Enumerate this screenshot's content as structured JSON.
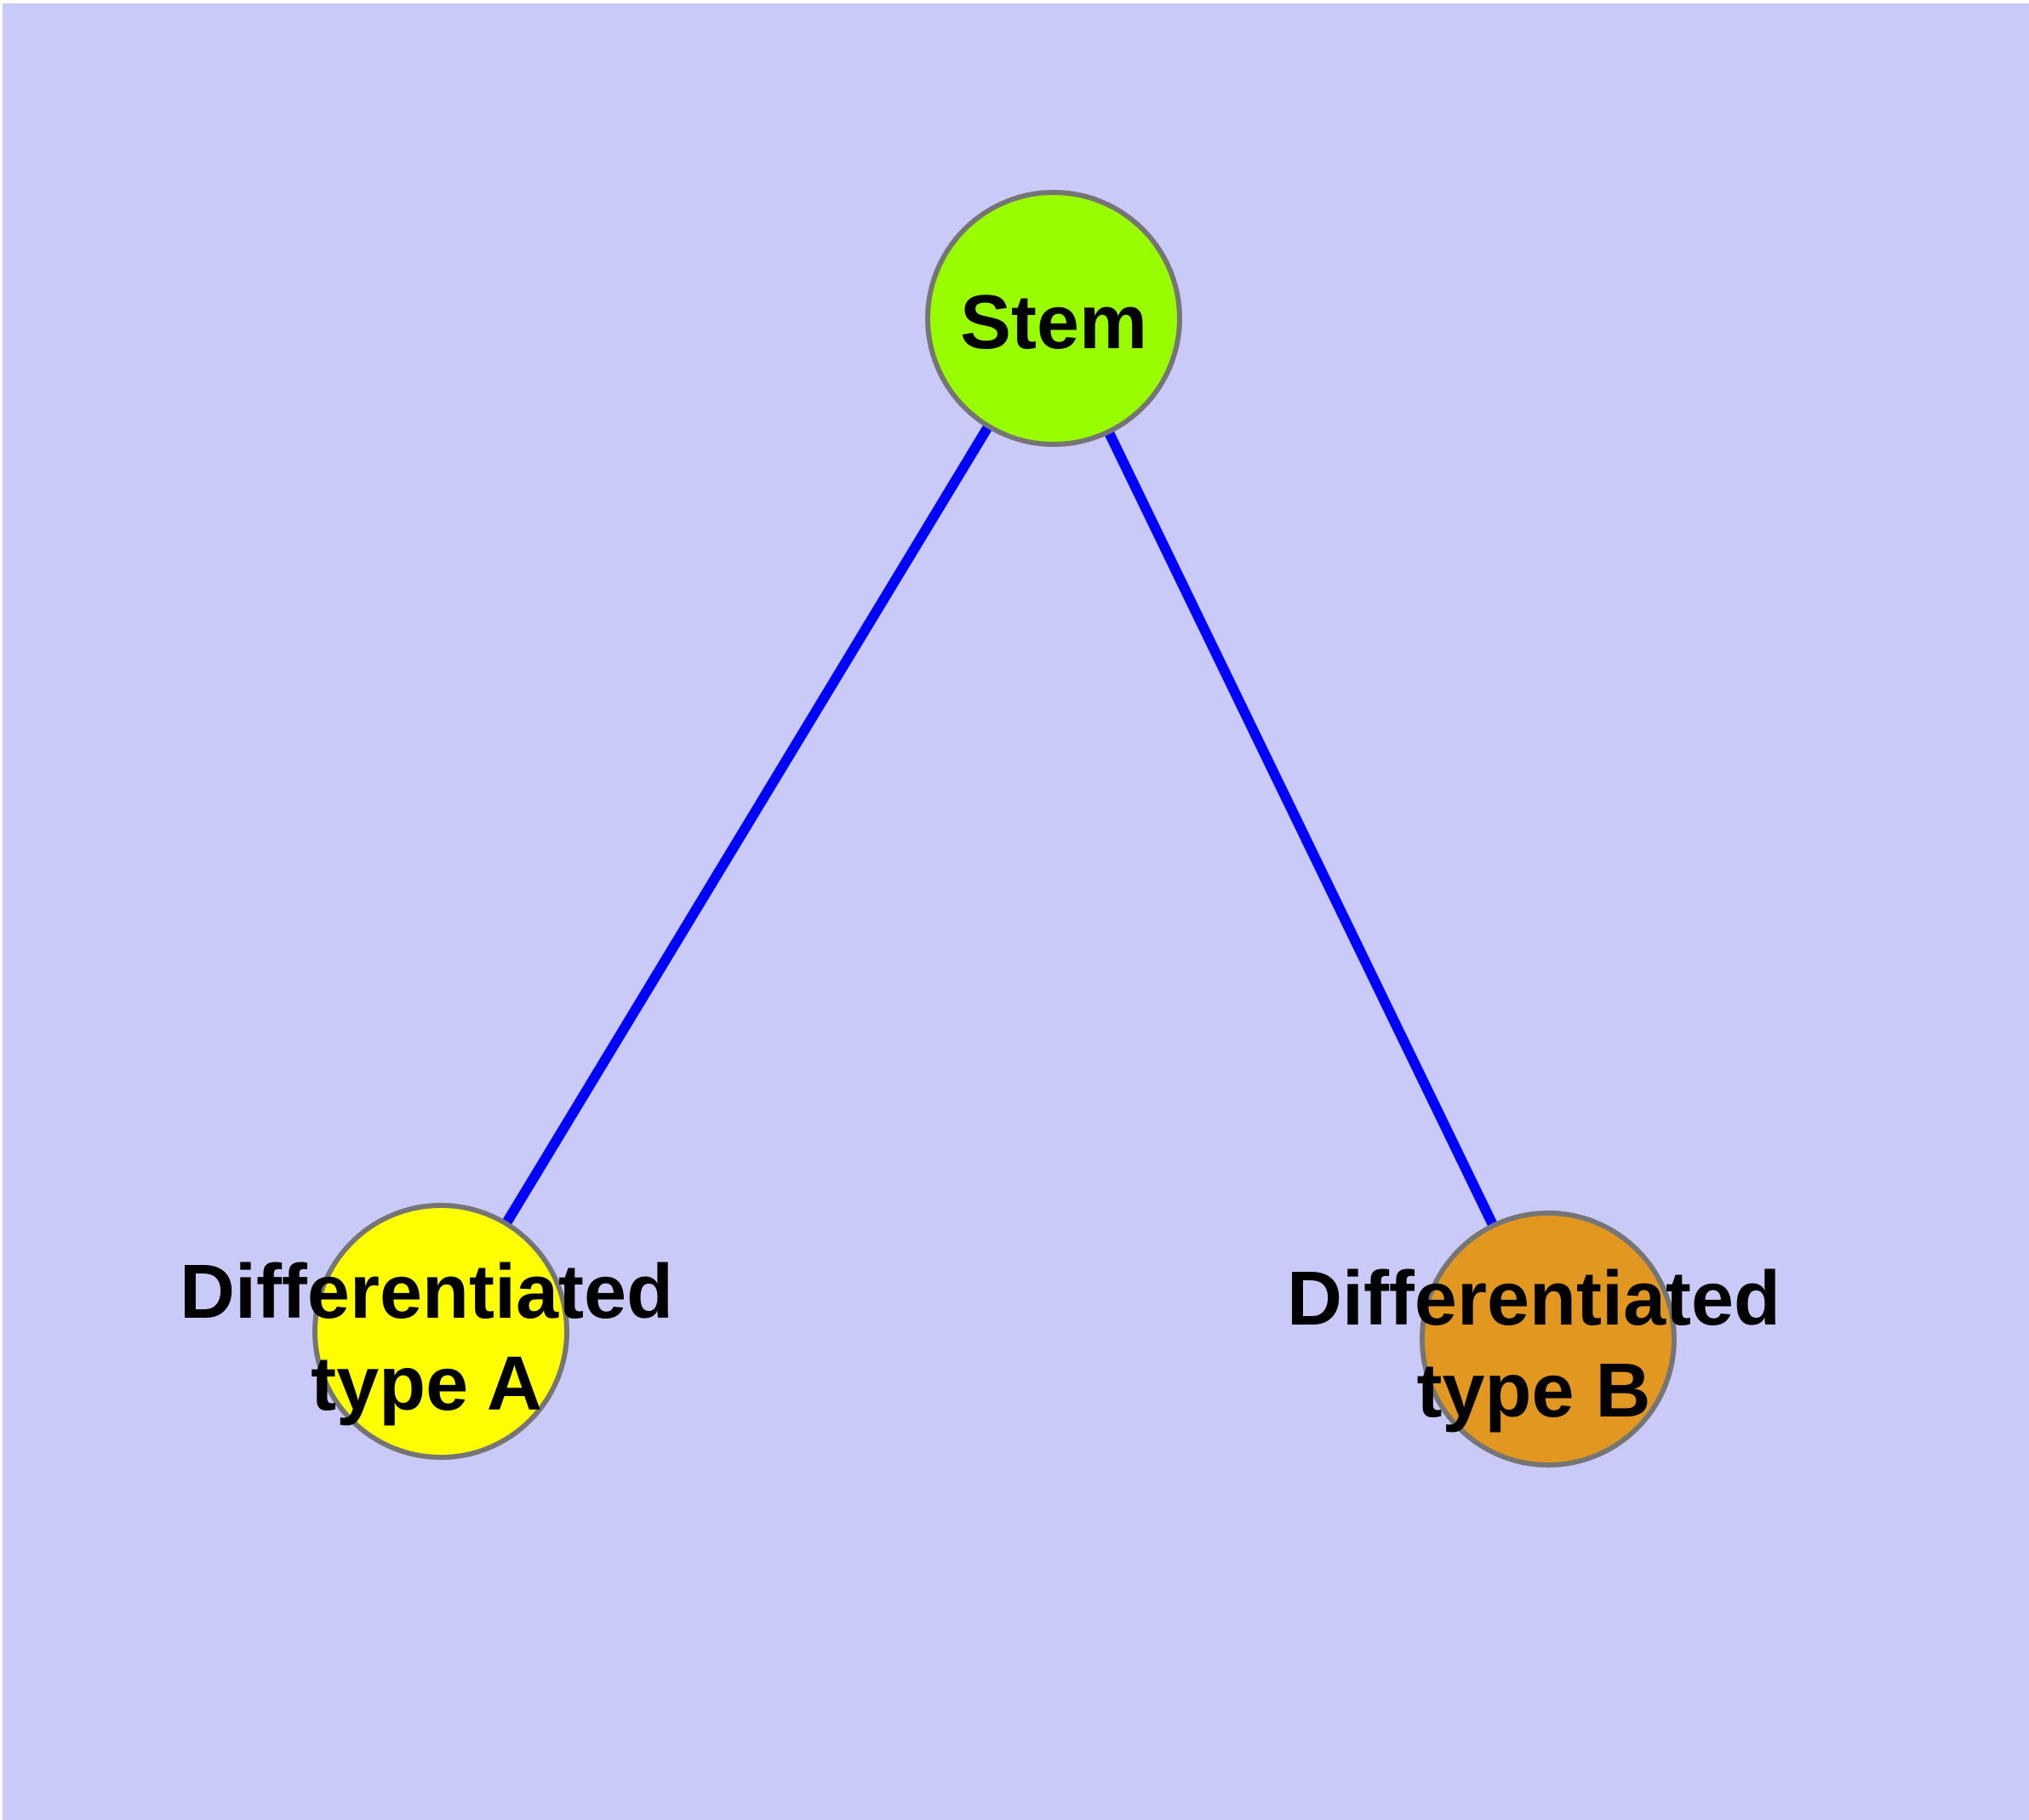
{
  "diagram": {
    "type": "node-link-graph",
    "background_color": "#cacaf8",
    "edge_color": "#0000ff",
    "node_border_color": "#757575",
    "label_color": "#000000",
    "nodes": {
      "stem": {
        "label": "Stem",
        "fill": "#99fd00"
      },
      "type_a": {
        "label_line1": "Differentiated",
        "label_line2": "type A",
        "fill": "#ffff00"
      },
      "type_b": {
        "label_line1": "Differentiated",
        "label_line2": "type B",
        "fill": "#e29820"
      }
    },
    "edges": [
      {
        "from": "stem",
        "to": "type_a"
      },
      {
        "from": "stem",
        "to": "type_b"
      }
    ]
  }
}
